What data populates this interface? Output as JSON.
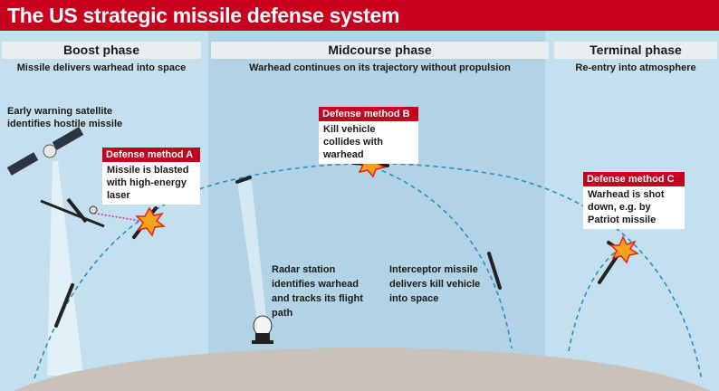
{
  "title": "The US strategic missile defense system",
  "phases": [
    {
      "name": "Boost phase",
      "description": "Missile delivers warhead into space"
    },
    {
      "name": "Midcourse phase",
      "description": "Warhead continues on its trajectory without propulsion"
    },
    {
      "name": "Terminal phase",
      "description": "Re-entry into atmosphere"
    }
  ],
  "callouts": {
    "satellite": "Early warning satellite identifies hostile missile",
    "radar": "Radar station identifies warhead and tracks its flight path",
    "interceptor": "Interceptor missile delivers kill vehicle into space"
  },
  "defense_methods": [
    {
      "label": "Defense method A",
      "text": "Missile is blasted with high-energy laser"
    },
    {
      "label": "Defense method B",
      "text": "Kill vehicle collides with warhead"
    },
    {
      "label": "Defense method C",
      "text": "Warhead is shot down, e.g. by Patriot missile"
    }
  ],
  "colors": {
    "accent": "#c8001e",
    "sky": "#c4e0ef",
    "ground": "#c9c2ba",
    "trajectory": "#2a8fc0"
  }
}
